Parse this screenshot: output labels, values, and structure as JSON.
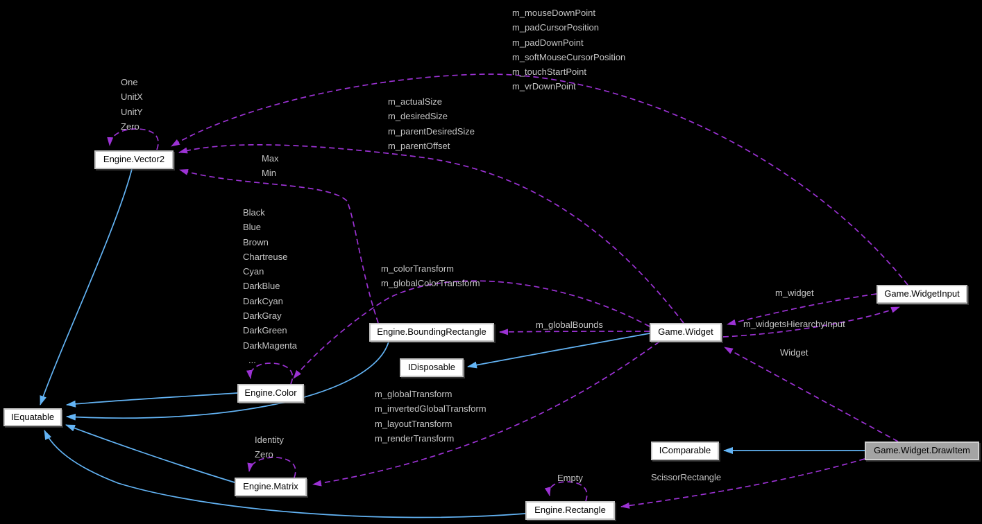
{
  "palette": {
    "background": "#000000",
    "usage_edge": "#9C32D4",
    "inheritance_edge": "#63B4F5",
    "label_text": "#C5C5C5",
    "node_fill": "#FFFFFF",
    "node_text": "#000000",
    "current_node_fill": "#A4A4A4"
  },
  "nodes": {
    "vector2": {
      "label": "Engine.Vector2"
    },
    "iequatable": {
      "label": "IEquatable"
    },
    "color": {
      "label": "Engine.Color"
    },
    "matrix": {
      "label": "Engine.Matrix"
    },
    "rectangle": {
      "label": "Engine.Rectangle"
    },
    "boundingrectangle": {
      "label": "Engine.BoundingRectangle"
    },
    "idisposable": {
      "label": "IDisposable"
    },
    "widget": {
      "label": "Game.Widget"
    },
    "widgetinput": {
      "label": "Game.WidgetInput"
    },
    "icomparable": {
      "label": "IComparable"
    },
    "drawitem": {
      "label": "Game.Widget.DrawItem"
    }
  },
  "edge_labels": {
    "widgetinput_vector2": {
      "lines": [
        "m_mouseDownPoint",
        "m_padCursorPosition",
        "m_padDownPoint",
        "m_softMouseCursorPosition",
        "m_touchStartPoint",
        "m_vrDownPoint"
      ]
    },
    "vector2_self": {
      "lines": [
        "One",
        "UnitX",
        "UnitY",
        "Zero"
      ]
    },
    "widget_vector2": {
      "lines": [
        "m_actualSize",
        "m_desiredSize",
        "m_parentDesiredSize",
        "m_parentOffset"
      ]
    },
    "boundingrectangle_vector2": {
      "lines": [
        "Max",
        "Min"
      ]
    },
    "color_self": {
      "lines": [
        "Black",
        "Blue",
        "Brown",
        "Chartreuse",
        "Cyan",
        "DarkBlue",
        "DarkCyan",
        "DarkGray",
        "DarkGreen",
        "DarkMagenta",
        "..."
      ]
    },
    "widget_color": {
      "lines": [
        "m_colorTransform",
        "m_globalColorTransform"
      ]
    },
    "widget_boundingrectangle": {
      "lines": [
        "m_globalBounds"
      ]
    },
    "widgetinput_widget": {
      "lines": [
        "m_widget"
      ]
    },
    "widget_widgetinput": {
      "lines": [
        "m_widgetsHierarchyInput"
      ]
    },
    "drawitem_widget": {
      "lines": [
        "Widget"
      ]
    },
    "widget_matrix": {
      "lines": [
        "m_globalTransform",
        "m_invertedGlobalTransform",
        "m_layoutTransform",
        "m_renderTransform"
      ]
    },
    "matrix_self": {
      "lines": [
        "Identity",
        "Zero"
      ]
    },
    "drawitem_rectangle": {
      "lines": [
        "ScissorRectangle"
      ]
    },
    "rectangle_self": {
      "lines": [
        "Empty"
      ]
    }
  }
}
